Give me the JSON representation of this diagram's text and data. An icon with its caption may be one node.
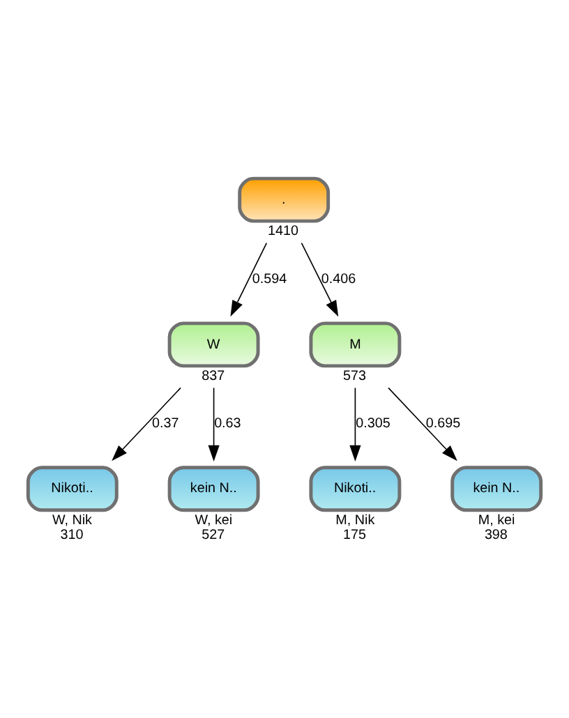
{
  "diagram": {
    "nodes": [
      {
        "text": [
          "."
        ],
        "beside": [
          "1410"
        ]
      },
      {
        "text": [
          "W"
        ],
        "beside": [
          "837"
        ]
      },
      {
        "text": [
          "M"
        ],
        "beside": [
          "573"
        ]
      },
      {
        "text": [
          "Nikoti.."
        ],
        "beside": [
          "W, Nik",
          "310"
        ]
      },
      {
        "text": [
          "kein N.."
        ],
        "beside": [
          "W, kei",
          "527"
        ]
      },
      {
        "text": [
          "Nikoti.."
        ],
        "beside": [
          "M, Nik",
          "175"
        ]
      },
      {
        "text": [
          "kein N.."
        ],
        "beside": [
          "M, kei",
          "398"
        ]
      }
    ],
    "edges": [
      {
        "from": 0,
        "to": 1,
        "arrow": "to",
        "label": "0.594"
      },
      {
        "from": 0,
        "to": 2,
        "arrow": "to",
        "label": "0.406"
      },
      {
        "from": 1,
        "to": 3,
        "arrow": "to",
        "label": "0.37"
      },
      {
        "from": 1,
        "to": 4,
        "arrow": "to",
        "label": "0.63"
      },
      {
        "from": 2,
        "to": 5,
        "arrow": "to",
        "label": "0.305"
      },
      {
        "from": 2,
        "to": 6,
        "arrow": "to",
        "label": "0.695"
      }
    ]
  }
}
